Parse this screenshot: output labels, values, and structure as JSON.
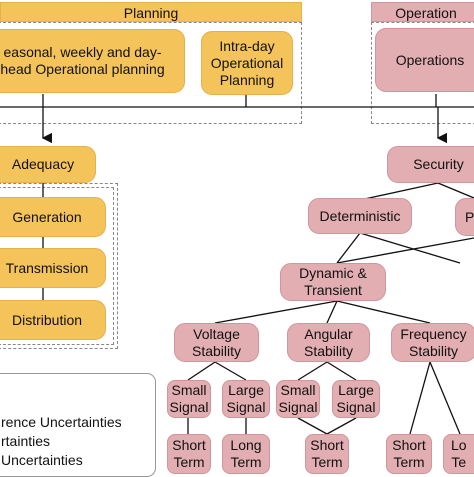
{
  "headers": {
    "planning": "Planning",
    "operations": "Operation"
  },
  "planning": {
    "longterm": [
      "easonal, weekly and day-",
      "head Operational planning"
    ],
    "intraday": [
      "Intra-day",
      "Operational",
      "Planning"
    ]
  },
  "operations": {
    "ops": "Operations",
    "security": "Security",
    "deterministic": "Deterministic",
    "prob_partial": "P",
    "dynamic": [
      "Dynamic &",
      "Transient"
    ],
    "voltage": [
      "Voltage",
      "Stability"
    ],
    "angular": [
      "Angular",
      "Stability"
    ],
    "frequency": [
      "Frequency",
      "Stability"
    ],
    "small_signal_1": [
      "Small",
      "Signal"
    ],
    "large_signal_1": [
      "Large",
      "Signal"
    ],
    "small_signal_2": [
      "Small",
      "Signal"
    ],
    "large_signal_2": [
      "Large",
      "Signal"
    ],
    "short_term_1": [
      "Short",
      "Term"
    ],
    "long_term_1": [
      "Long",
      "Term"
    ],
    "short_term_2": [
      "Short",
      "Term"
    ],
    "short_term_3": [
      "Short",
      "Term"
    ],
    "long_term_3": [
      "Lo",
      "Te"
    ]
  },
  "adequacy": {
    "adequacy": "Adequacy",
    "generation": "Generation",
    "transmission": "Transmission",
    "distribution": "Distribution"
  },
  "legend": {
    "line1": "rence Uncertainties",
    "line2": "rtainties",
    "line3": " Uncertainties"
  },
  "colors": {
    "planning_fill": "#f4c35a",
    "operations_fill": "#e2aeb2"
  }
}
